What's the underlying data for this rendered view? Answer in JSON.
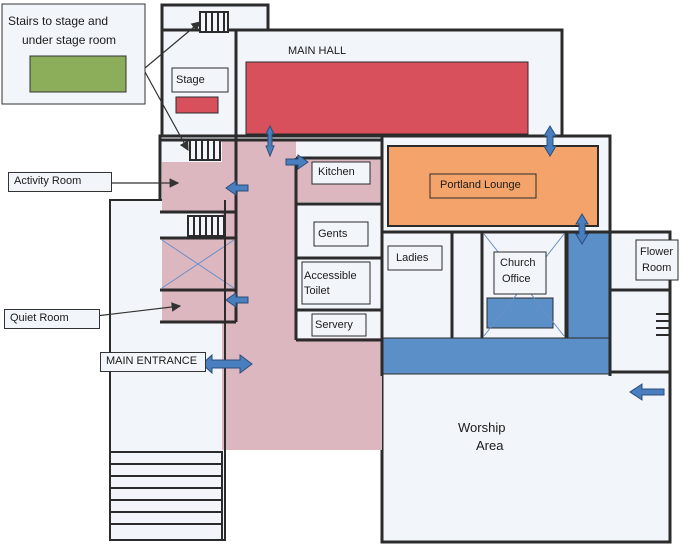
{
  "callouts": {
    "stairs_line1": "Stairs to stage and",
    "stairs_line2": "under  stage room",
    "activity": "Activity Room",
    "quiet": "Quiet Room",
    "main_entrance": "MAIN ENTRANCE"
  },
  "rooms": {
    "main_hall": "MAIN HALL",
    "stage": "Stage",
    "kitchen": "Kitchen",
    "portland": "Portland Lounge",
    "gents": "Gents",
    "ladies": "Ladies",
    "church_office_1": "Church",
    "church_office_2": "Office",
    "flower_1": "Flower",
    "flower_2": "Room",
    "toilet_1": "Accessible",
    "toilet_2": "Toilet",
    "servery": "Servery",
    "worship_1": "Worship",
    "worship_2": "Area"
  },
  "colors": {
    "outline": "#2b2b2b",
    "floor": "#f2f6fb",
    "corridor_pink": "#dcb7bf",
    "main_hall_red": "#d9505d",
    "portland_orange": "#f4a46a",
    "corridor_blue": "#5b8fc7",
    "stairs_box_green": "#8cad5a",
    "arrow_blue": "#4a7fbf"
  }
}
